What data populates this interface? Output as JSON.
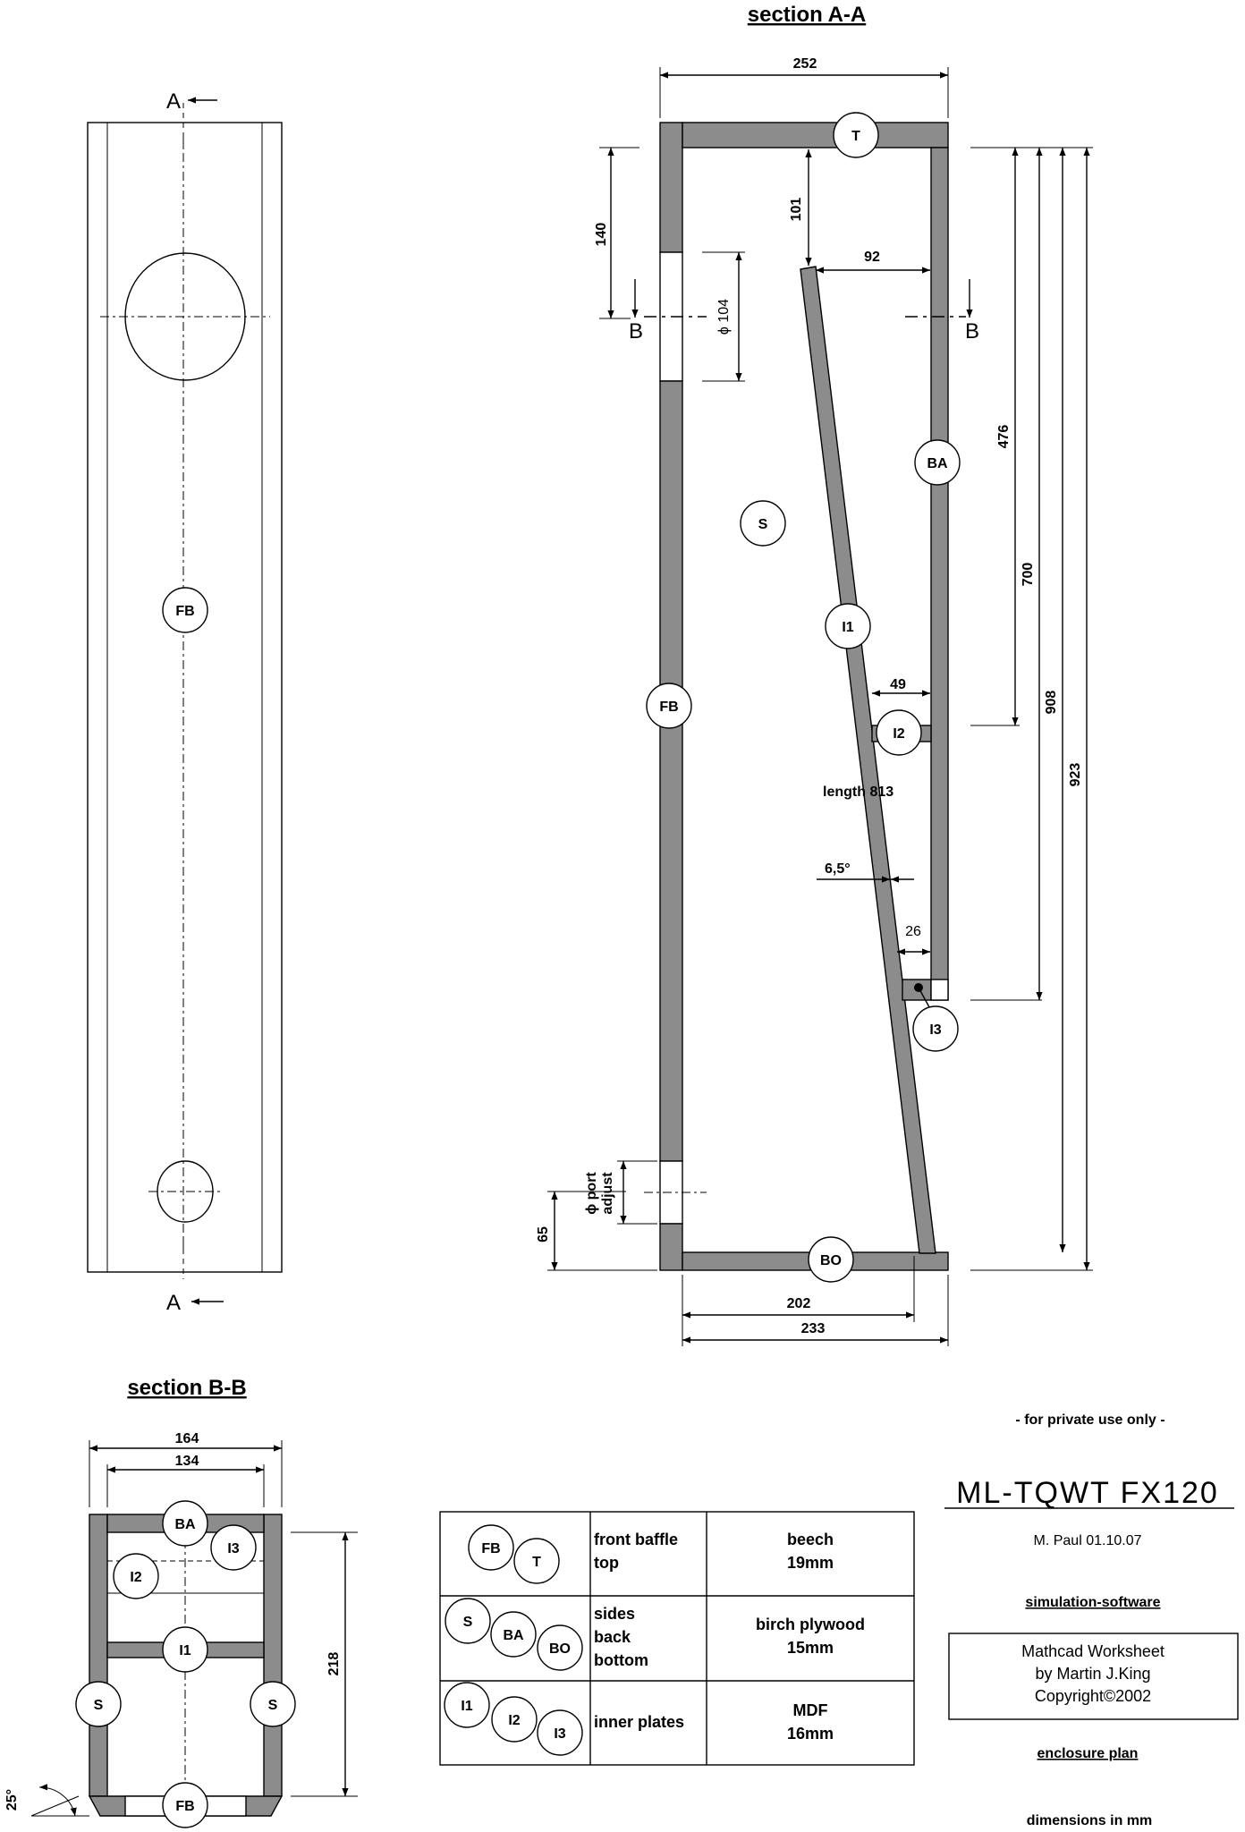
{
  "titles": {
    "section_aa": "section A-A",
    "section_bb": "section B-B",
    "private": "- for private use only -",
    "project": "ML-TQWT FX120",
    "author": "M. Paul  01.10.07",
    "sim_heading": "simulation-software",
    "sim_lines": [
      "Mathcad Worksheet",
      "by Martin J.King",
      "Copyright©2002"
    ],
    "plan": "enclosure plan",
    "units": "dimensions in mm"
  },
  "markers": {
    "a": "A",
    "b": "B"
  },
  "parts": {
    "fb": "FB",
    "t": "T",
    "s": "S",
    "ba": "BA",
    "bo": "BO",
    "i1": "I1",
    "i2": "I2",
    "i3": "I3"
  },
  "dims_aa": {
    "width_top": "252",
    "d140": "140",
    "d101": "101",
    "d92": "92",
    "port_top": "ϕ 104",
    "d476": "476",
    "d700": "700",
    "d908": "908",
    "d923": "923",
    "d49": "49",
    "length": "length 813",
    "angle": "6,5°",
    "d26": "26",
    "port_adjust_1": "ϕ port",
    "port_adjust_2": "adjust",
    "d65": "65",
    "d202": "202",
    "d233": "233"
  },
  "dims_bb": {
    "d164": "164",
    "d134": "134",
    "d218": "218",
    "angle": "25°"
  },
  "materials": [
    {
      "parts": [
        "FB",
        "T"
      ],
      "names": [
        "front baffle",
        "top"
      ],
      "material": [
        "beech",
        "19mm"
      ]
    },
    {
      "parts": [
        "S",
        "BA",
        "BO"
      ],
      "names": [
        "sides",
        "back",
        "bottom"
      ],
      "material": [
        "birch plywood",
        "15mm"
      ]
    },
    {
      "parts": [
        "I1",
        "I2",
        "I3"
      ],
      "names": [
        "inner plates"
      ],
      "material": [
        "MDF",
        "16mm"
      ]
    }
  ]
}
